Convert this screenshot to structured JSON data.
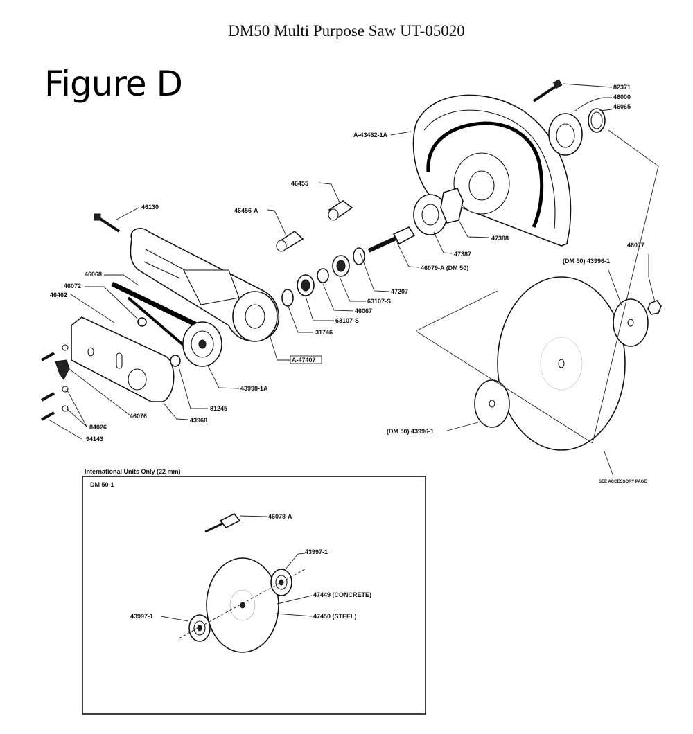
{
  "header": {
    "doc_title": "DM50 Multi Purpose Saw UT-05020",
    "figure_title": "Figure D"
  },
  "callouts": {
    "p82371": "82371",
    "p46000": "46000",
    "p46065": "46065",
    "p43462": "A-43462-1A",
    "p46455": "46455",
    "p46456": "46456-A",
    "p46130": "46130",
    "p47388": "47388",
    "p47387": "47387",
    "p46079": "46079-A (DM 50)",
    "p46077": "46077",
    "p43996_top": "(DM 50) 43996-1",
    "p46068": "46068",
    "p46072": "46072",
    "p46462": "46462",
    "p47207": "47207",
    "p63107s_a": "63107-S",
    "p46067": "46067",
    "p63107s_b": "63107-S",
    "p31746": "31746",
    "p47407": "A-47407",
    "p43998": "43998-1A",
    "p81245": "81245",
    "p46076": "46076",
    "p84026": "84026",
    "p43968": "43968",
    "p94143": "94143",
    "p43996_bottom": "(DM 50) 43996-1",
    "accessory_note": "SEE ACCESSORY PAGE"
  },
  "inset": {
    "heading": "International Units Only (22 mm)",
    "model": "DM 50-1",
    "p46078": "46078-A",
    "p43997_right": "43997-1",
    "p47449": "47449 (CONCRETE)",
    "p47450": "47450 (STEEL)",
    "p43997_left": "43997-1"
  }
}
